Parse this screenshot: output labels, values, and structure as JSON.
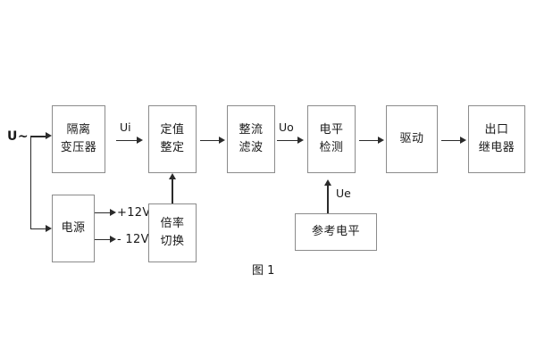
{
  "figure": {
    "caption": "图 1",
    "background_color": "#ffffff",
    "box_border_color": "#8b8b8b",
    "wire_color": "#2b2b2b",
    "text_color": "#1a1a1a"
  },
  "source_label": "U~",
  "blocks": [
    {
      "id": "isolation-transformer",
      "line1": "隔离",
      "line2": "变压器"
    },
    {
      "id": "power-supply",
      "line1": "电源",
      "line2": ""
    },
    {
      "id": "setting-value",
      "line1": "定值",
      "line2": "整定"
    },
    {
      "id": "multiplier-switch",
      "line1": "倍率",
      "line2": "切换"
    },
    {
      "id": "rectify-filter",
      "line1": "整流",
      "line2": "滤波"
    },
    {
      "id": "level-detect",
      "line1": "电平",
      "line2": "检测"
    },
    {
      "id": "reference-level",
      "line1": "参考电平",
      "line2": ""
    },
    {
      "id": "drive",
      "line1": "驱动",
      "line2": ""
    },
    {
      "id": "output-relay",
      "line1": "出口",
      "line2": "继电器"
    }
  ],
  "signals": {
    "ui": "Ui",
    "uo": "Uo",
    "ue": "Ue"
  },
  "rails": {
    "positive": "+12V",
    "negative": "- 12V"
  }
}
